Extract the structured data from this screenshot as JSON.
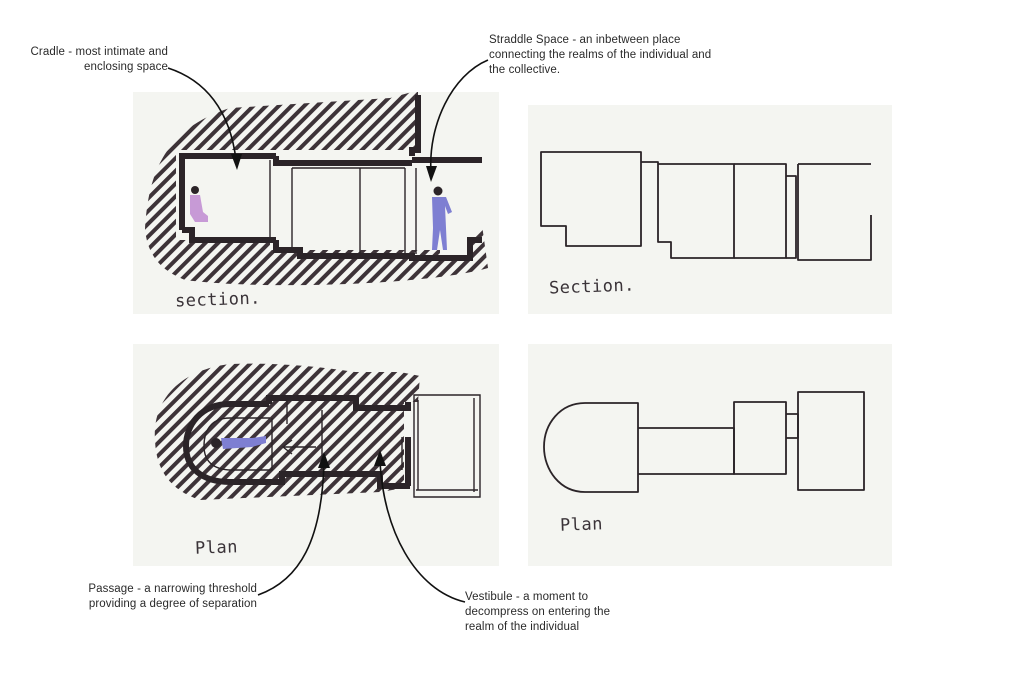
{
  "annotations": {
    "cradle": "Cradle - most intimate and\nenclosing space",
    "straddle": "Straddle Space - an inbetween place\nconnecting the realms of the individual and\nthe collective.",
    "passage": "Passage - a narrowing threshold\nproviding a degree of separation",
    "vestibule": "Vestibule - a moment to\ndecompress on entering the\nrealm of the individual"
  },
  "sketch_labels": {
    "section_hatched": "section.",
    "section_plain": "Section.",
    "plan_hatched": "Plan",
    "plan_plain": "Plan"
  },
  "colors": {
    "ink": "#2b2428",
    "hatch": "#3d3338",
    "paper": "#f4f5f1",
    "figure": "#7e7fd2",
    "figure_pink": "#c79ad6"
  }
}
